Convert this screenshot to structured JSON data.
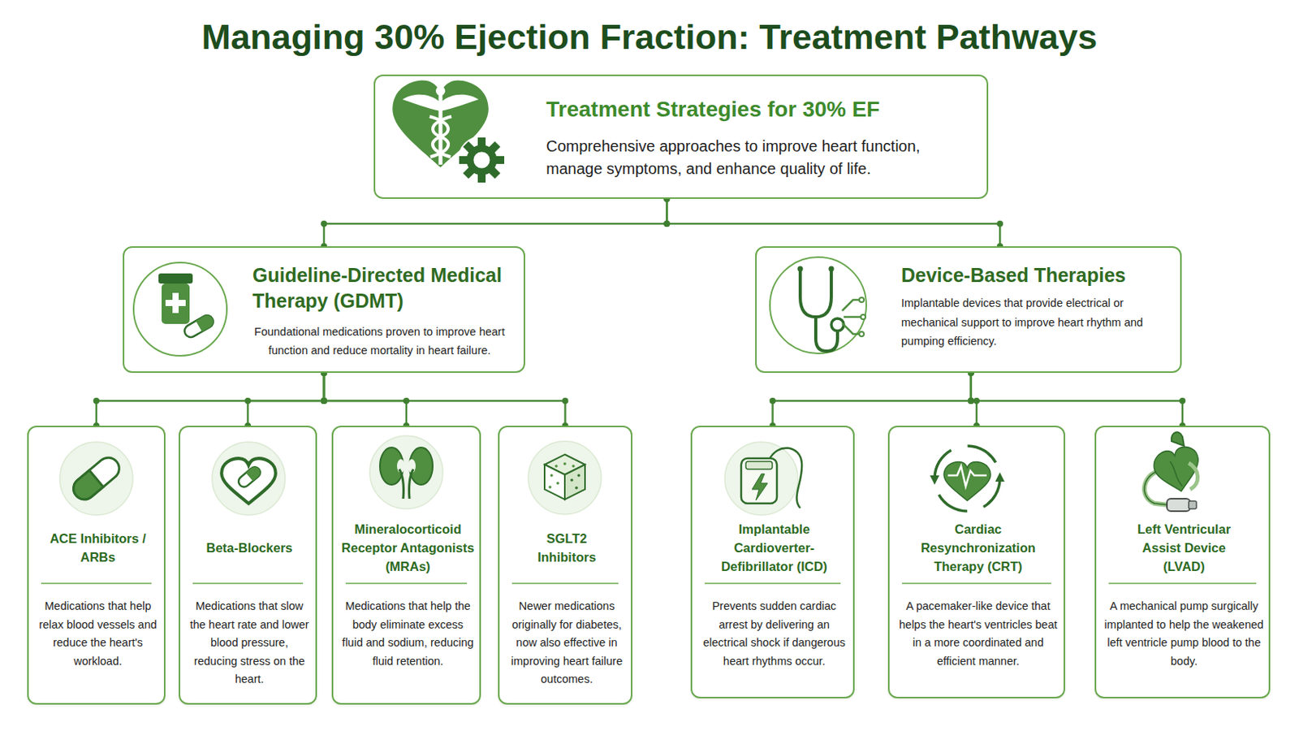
{
  "diagram": {
    "title": "Managing 30% Ejection Fraction: Treatment Pathways",
    "nodes": [
      {
        "text": [
          "Treatment Strategies for 30% EF",
          "Comprehensive approaches to improve heart function, manage symptoms, and enhance quality of life."
        ]
      },
      {
        "text": [
          "Guideline-Directed Medical Therapy (GDMT)",
          "Foundational medications proven to improve heart function and reduce mortality in heart failure."
        ]
      },
      {
        "text": [
          "Device-Based Therapies",
          "Implantable devices that provide electrical or mechanical support to improve heart rhythm and pumping efficiency."
        ]
      },
      {
        "text": [
          "ACE Inhibitors / ARBs",
          "Medications that help relax blood vessels and reduce the heart's workload."
        ]
      },
      {
        "text": [
          "Beta-Blockers",
          "Medications that slow the heart rate and lower blood pressure, reducing stress on the heart."
        ]
      },
      {
        "text": [
          "Mineralocorticoid Receptor Antagonists (MRAs)",
          "Medications that help the body eliminate excess fluid and sodium, reducing fluid retention."
        ]
      },
      {
        "text": [
          "SGLT2 Inhibitors",
          "Newer medications originally for diabetes, now also effective in improving heart failure outcomes."
        ]
      },
      {
        "text": [
          "Implantable Cardioverter-Defibrillator (ICD)",
          "Prevents sudden cardiac arrest by delivering an electrical shock if dangerous heart rhythms occur."
        ]
      },
      {
        "text": [
          "Cardiac Resynchronization Therapy (CRT)",
          "A pacemaker-like device that helps the heart's ventricles beat in a more coordinated and efficient manner."
        ]
      },
      {
        "text": [
          "Left Ventricular Assist Device (LVAD)",
          "A mechanical pump surgically implanted to help the weakened left ventricle pump blood to the body."
        ]
      }
    ],
    "edges": [
      {
        "from": 0,
        "to": 1,
        "arrow": "none"
      },
      {
        "from": 0,
        "to": 2,
        "arrow": "none"
      },
      {
        "from": 1,
        "to": 3,
        "arrow": "none"
      },
      {
        "from": 1,
        "to": 4,
        "arrow": "none"
      },
      {
        "from": 1,
        "to": 5,
        "arrow": "none"
      },
      {
        "from": 1,
        "to": 6,
        "arrow": "none"
      },
      {
        "from": 2,
        "to": 7,
        "arrow": "none"
      },
      {
        "from": 2,
        "to": 8,
        "arrow": "none"
      },
      {
        "from": 2,
        "to": 9,
        "arrow": "none"
      }
    ]
  }
}
